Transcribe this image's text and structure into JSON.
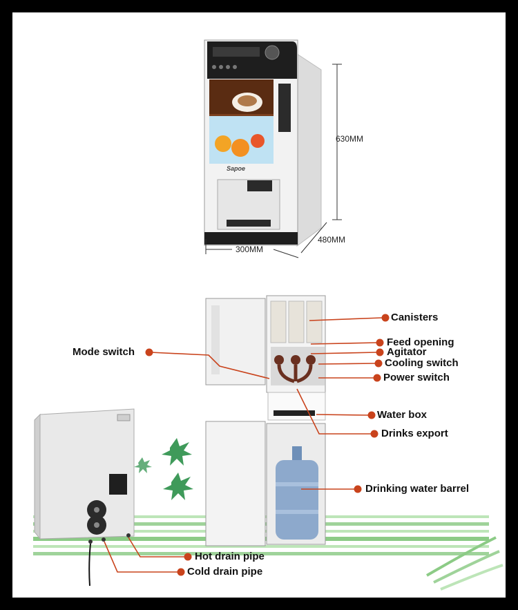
{
  "product": {
    "brand_label": "Sapoe",
    "dimensions": {
      "height": "630MM",
      "depth": "480MM",
      "width": "300MM"
    }
  },
  "labels": {
    "canisters": "Canisters",
    "feed_opening": "Feed opening",
    "agitator": "Agitator",
    "cooling_switch": "Cooling switch",
    "power_switch": "Power switch",
    "mode_switch": "Mode switch",
    "water_box": "Water box",
    "drinks_export": "Drinks export",
    "drinking_water_barrel": "Drinking water barrel",
    "hot_drain_pipe": "Hot drain pipe",
    "cold_drain_pipe": "Cold drain pipe"
  },
  "colors": {
    "callout": "#c9431c",
    "machine_dark": "#1e1e1e",
    "stripe_green": "#9fd39a",
    "leaf_green": "#3f9a5a"
  }
}
